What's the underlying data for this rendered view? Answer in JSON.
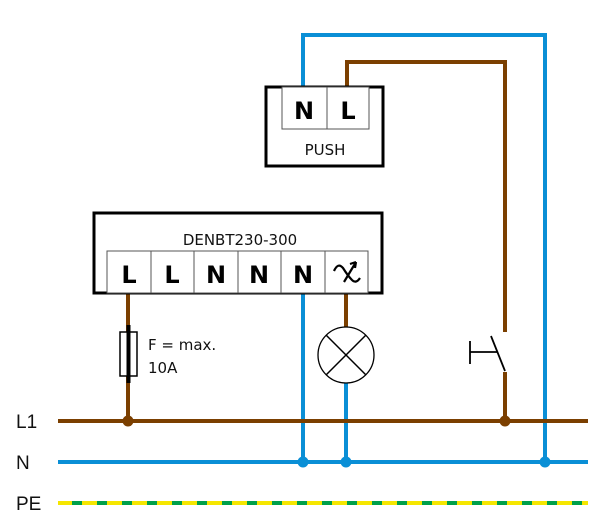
{
  "diagram": {
    "bus_lines": [
      {
        "id": "L1",
        "label": "L1",
        "color": "#7b3f00"
      },
      {
        "id": "N",
        "label": "N",
        "color": "#0a8fd6"
      },
      {
        "id": "PE",
        "label": "PE",
        "color": "#f5e600",
        "dash_color": "#00a04a"
      }
    ],
    "push_module": {
      "terminals": [
        "N",
        "L"
      ],
      "label": "PUSH"
    },
    "dimmer": {
      "model": "DENBT230-300",
      "terminals": [
        "L",
        "L",
        "N",
        "N",
        "N",
        "dimmer-output-symbol"
      ]
    },
    "fuse": {
      "label_line1": "F = max.",
      "label_line2": "10A"
    },
    "components": [
      "fuse",
      "lamp",
      "push-button"
    ]
  }
}
